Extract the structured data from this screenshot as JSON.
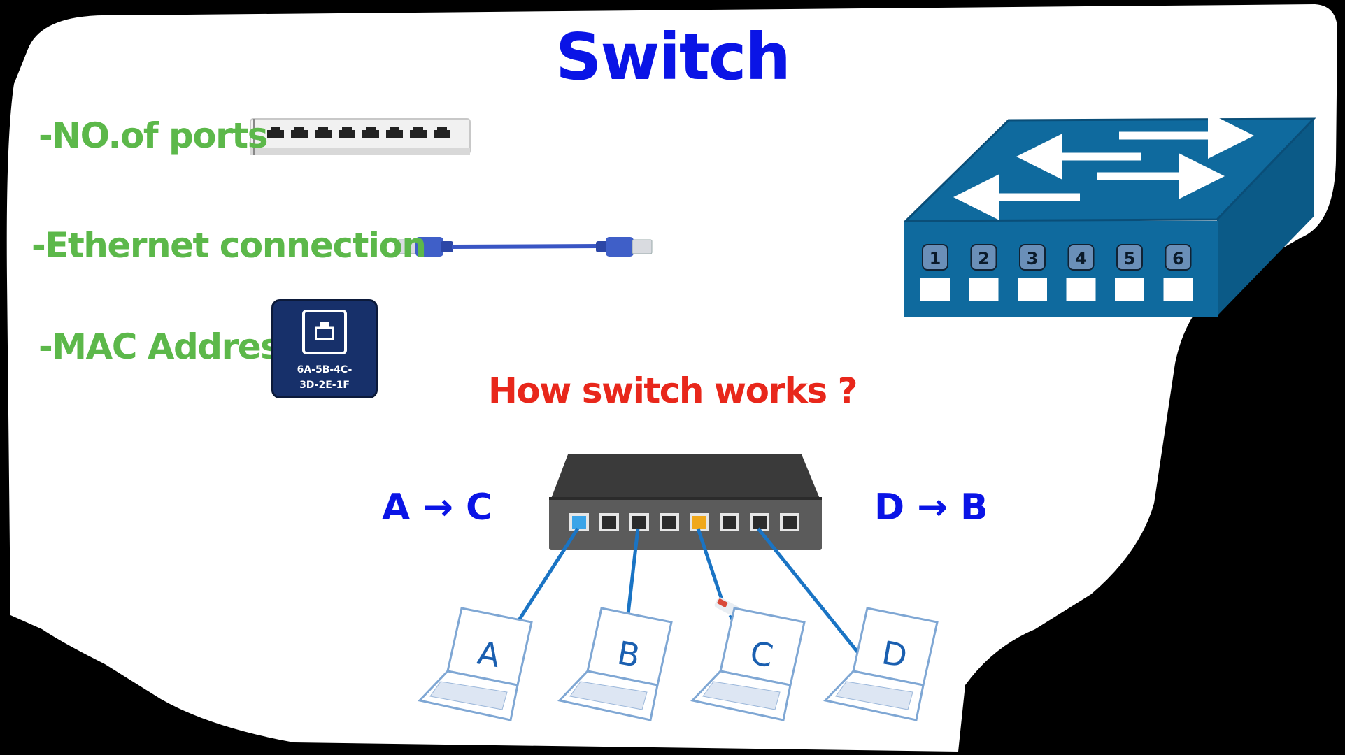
{
  "title": "Switch",
  "features": [
    {
      "label": "-NO.of ports"
    },
    {
      "label": "-Ethernet connection"
    },
    {
      "label": "-MAC Address"
    }
  ],
  "mac_address": {
    "line1": "6A-5B-4C-",
    "line2": "3D-2E-1F"
  },
  "switch_ports": [
    "1",
    "2",
    "3",
    "4",
    "5",
    "6"
  ],
  "how_title": "How switch works ?",
  "flows": {
    "left": "A → C",
    "right": "D → B"
  },
  "laptops": [
    "A",
    "B",
    "C",
    "D"
  ],
  "colors": {
    "title": "#0a14e6",
    "feature_text": "#5cb84a",
    "how_title": "#e8271b",
    "flow_text": "#0a14e6",
    "switch_blue": "#0f6a9e",
    "cable": "#1a74c4",
    "mac_badge": "#17306a"
  }
}
